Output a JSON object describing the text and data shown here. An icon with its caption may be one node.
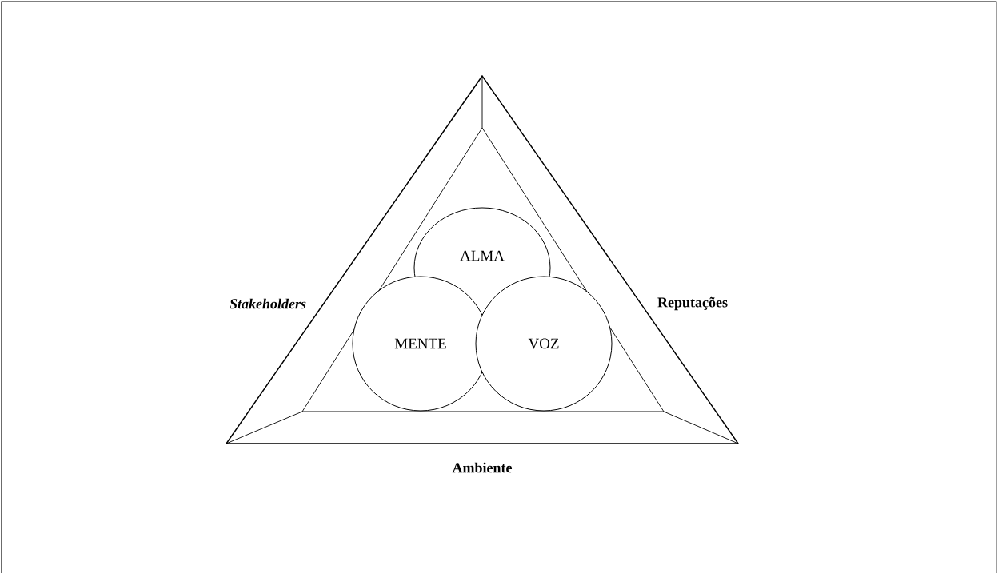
{
  "diagram": {
    "nodes": [
      {
        "text": [],
        "shape": "triangle",
        "beside": [
          "Stakeholders",
          "Reputações",
          "Ambiente"
        ]
      },
      {
        "text": [],
        "shape": "triangle",
        "in": 0
      },
      {
        "text": [
          "ALMA"
        ],
        "in": 1
      },
      {
        "text": [
          "MENTE"
        ],
        "in": 1
      },
      {
        "text": [
          "VOZ"
        ],
        "in": 1
      }
    ],
    "edges": []
  }
}
